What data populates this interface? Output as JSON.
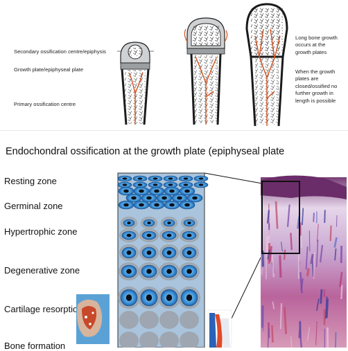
{
  "top_panel": {
    "labels": {
      "secondary_ossification": "Secondary ossification centre/epiphysis",
      "growth_plate": "Growth plate/epiphyseal plate",
      "primary_ossification": "Primary ossification centre"
    },
    "notes": {
      "note1": [
        "Long bone growth",
        "occurs at the",
        "growth plates"
      ],
      "note2": [
        "When the growth",
        "plates are",
        "closed/ossified no",
        "further growth in",
        "length is possible"
      ]
    }
  },
  "section_title": "Endochondral ossification at the growth plate (epiphyseal plate",
  "zones": [
    "Resting zone",
    "Germinal zone",
    "Hypertrophic zone",
    "Degenerative zone",
    "Cartilage resorption",
    "Bone formation"
  ],
  "colors": {
    "bone_outline": "#1a1a1a",
    "vessel": "#d2521f",
    "cartilage_cap": "#c9ccce",
    "chondrocyte_blue": "#3a8fd6",
    "column_bg": "#a9c4dc",
    "histology_purple": "#7a5aa8",
    "histology_pink": "#d7a3c7"
  }
}
